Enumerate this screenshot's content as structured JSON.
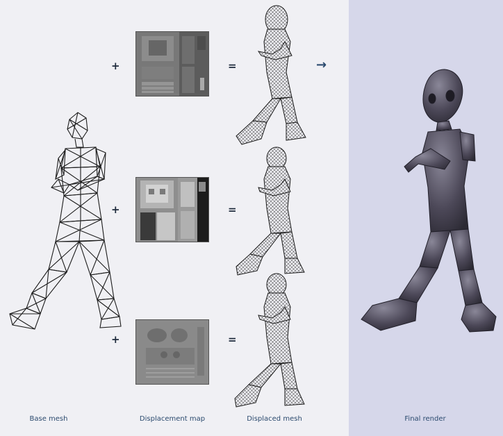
{
  "figure": {
    "columns": [
      {
        "id": "base",
        "caption": "Base mesh"
      },
      {
        "id": "displacement",
        "caption": "Displacement map"
      },
      {
        "id": "displaced",
        "caption": "Displaced mesh"
      },
      {
        "id": "final",
        "caption": "Final render"
      }
    ],
    "rows": [
      {
        "plus": "+",
        "equals": "=",
        "arrow": "→"
      },
      {
        "plus": "+",
        "equals": "="
      },
      {
        "plus": "+",
        "equals": "="
      }
    ],
    "colors": {
      "left_panel": "#f0f0f4",
      "right_panel": "#d6d7ea",
      "caption": "#2b4a6e",
      "mesh_line": "#1c1c1c",
      "render_body": "#5a5666"
    }
  }
}
